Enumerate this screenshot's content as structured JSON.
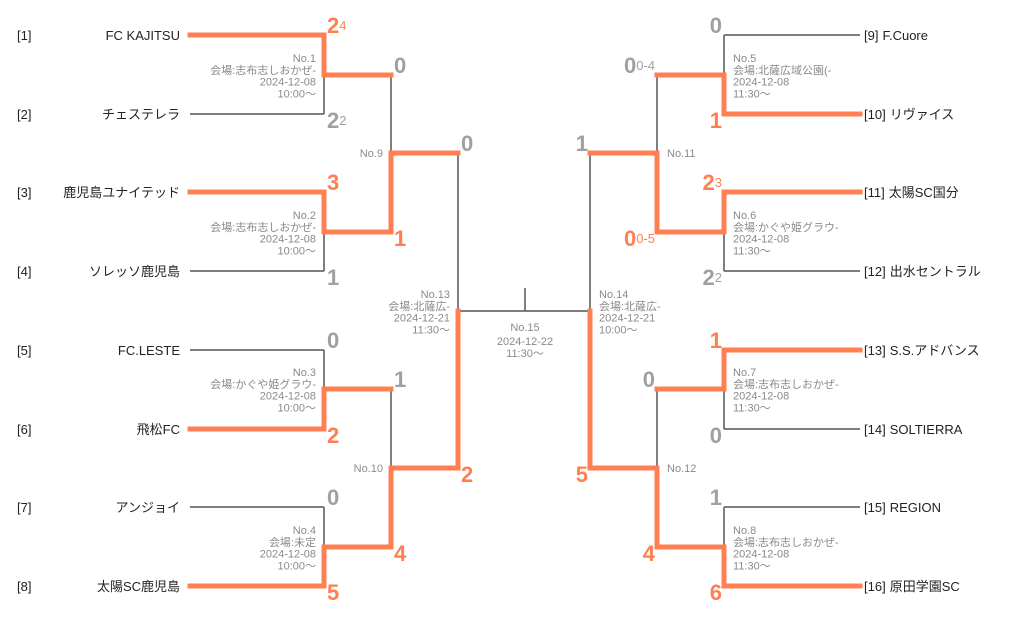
{
  "colors": {
    "winner": "#ff7f50",
    "line": "#555555",
    "score_loser": "#a0a0a0",
    "info": "#8a8a8a"
  },
  "bracket": {
    "teams": [
      {
        "seed": "[1]",
        "name": "FC KAJITSU"
      },
      {
        "seed": "[2]",
        "name": "チェステレラ"
      },
      {
        "seed": "[3]",
        "name": "鹿児島ユナイテッド"
      },
      {
        "seed": "[4]",
        "name": "ソレッソ鹿児島"
      },
      {
        "seed": "[5]",
        "name": "FC.LESTE"
      },
      {
        "seed": "[6]",
        "name": "飛松FC"
      },
      {
        "seed": "[7]",
        "name": "アンジョイ"
      },
      {
        "seed": "[8]",
        "name": "太陽SC鹿児島"
      },
      {
        "seed": "[9]",
        "name": "F.Cuore"
      },
      {
        "seed": "[10]",
        "name": "リヴァイス"
      },
      {
        "seed": "[11]",
        "name": "太陽SC国分"
      },
      {
        "seed": "[12]",
        "name": "出水セントラル"
      },
      {
        "seed": "[13]",
        "name": "S.S.アドバンス"
      },
      {
        "seed": "[14]",
        "name": "SOLTIERRA"
      },
      {
        "seed": "[15]",
        "name": "REGION"
      },
      {
        "seed": "[16]",
        "name": "原田学園SC"
      }
    ],
    "matches": {
      "m1": {
        "no": "No.1",
        "venue": "会場:志布志しおかぜ-",
        "date": "2024-12-08",
        "time": "10:00～",
        "top": {
          "score": "2",
          "sub": "4"
        },
        "bottom": {
          "score": "2",
          "sub": "2"
        },
        "winner": "top"
      },
      "m2": {
        "no": "No.2",
        "venue": "会場:志布志しおかぜ-",
        "date": "2024-12-08",
        "time": "10:00～",
        "top": {
          "score": "3"
        },
        "bottom": {
          "score": "1"
        },
        "winner": "top"
      },
      "m3": {
        "no": "No.3",
        "venue": "会場:かぐや姫グラウ-",
        "date": "2024-12-08",
        "time": "10:00～",
        "top": {
          "score": "0"
        },
        "bottom": {
          "score": "2"
        },
        "winner": "bottom"
      },
      "m4": {
        "no": "No.4",
        "venue": "会場:未定",
        "date": "2024-12-08",
        "time": "10:00～",
        "top": {
          "score": "0"
        },
        "bottom": {
          "score": "5"
        },
        "winner": "bottom"
      },
      "m5": {
        "no": "No.5",
        "venue": "会場:北薩広域公園(-",
        "date": "2024-12-08",
        "time": "11:30～",
        "top": {
          "score": "0"
        },
        "bottom": {
          "score": "1"
        },
        "winner": "bottom"
      },
      "m6": {
        "no": "No.6",
        "venue": "会場:かぐや姫グラウ-",
        "date": "2024-12-08",
        "time": "11:30～",
        "top": {
          "score": "2",
          "sub": "3"
        },
        "bottom": {
          "score": "2",
          "sub": "2"
        },
        "winner": "top"
      },
      "m7": {
        "no": "No.7",
        "venue": "会場:志布志しおかぜ-",
        "date": "2024-12-08",
        "time": "11:30～",
        "top": {
          "score": "1"
        },
        "bottom": {
          "score": "0"
        },
        "winner": "top"
      },
      "m8": {
        "no": "No.8",
        "venue": "会場:志布志しおかぜ-",
        "date": "2024-12-08",
        "time": "11:30～",
        "top": {
          "score": "1"
        },
        "bottom": {
          "score": "6"
        },
        "winner": "bottom"
      },
      "m9": {
        "no": "No.9",
        "top": {
          "score": "0"
        },
        "bottom": {
          "score": "1"
        },
        "winner": "bottom"
      },
      "m10": {
        "no": "No.10",
        "top": {
          "score": "1"
        },
        "bottom": {
          "score": "4"
        },
        "winner": "bottom"
      },
      "m11": {
        "no": "No.11",
        "top": {
          "score": "0",
          "sub": "0-4"
        },
        "bottom": {
          "score": "0",
          "sub": "0-5"
        },
        "winner": "bottom"
      },
      "m12": {
        "no": "No.12",
        "top": {
          "score": "0"
        },
        "bottom": {
          "score": "4"
        },
        "winner": "bottom"
      },
      "m13": {
        "no": "No.13",
        "venue": "会場:北薩広-",
        "date": "2024-12-21",
        "time": "11:30～",
        "top": {
          "score": "0"
        },
        "bottom": {
          "score": "2"
        },
        "winner": "bottom"
      },
      "m14": {
        "no": "No.14",
        "venue": "会場:北薩広-",
        "date": "2024-12-21",
        "time": "10:00～",
        "top": {
          "score": "1"
        },
        "bottom": {
          "score": "5"
        },
        "winner": "bottom"
      },
      "m15": {
        "no": "No.15",
        "date": "2024-12-22",
        "time": "11:30～"
      }
    }
  }
}
